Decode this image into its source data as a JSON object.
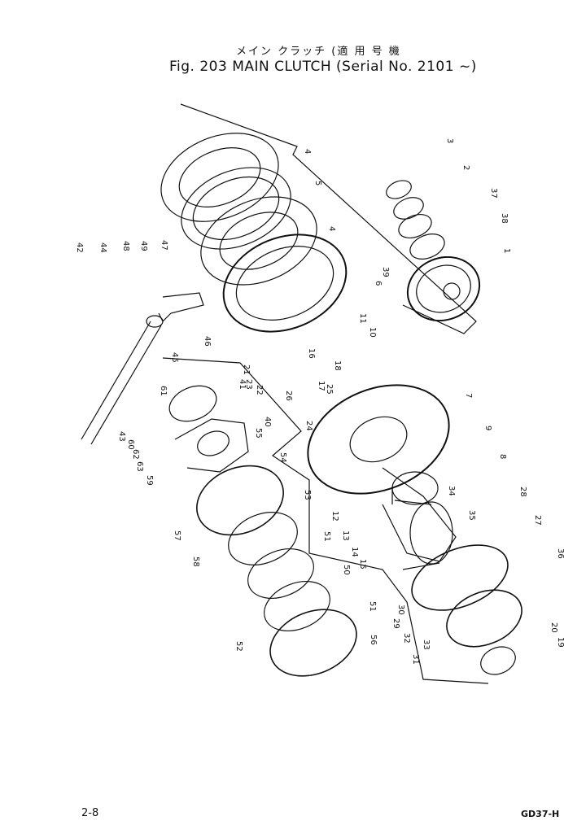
{
  "header": {
    "title_jp": "メイン クラッチ (適 用 号 機",
    "title": "Fig. 203 MAIN CLUTCH (Serial No. 2101 ~)"
  },
  "footer": {
    "page": "2-8",
    "code": "GD37-H"
  },
  "callouts": [
    "1",
    "2",
    "3",
    "4",
    "5",
    "6",
    "7",
    "8",
    "9",
    "10",
    "11",
    "12",
    "13",
    "14",
    "15",
    "16",
    "17",
    "18",
    "19",
    "20",
    "21",
    "22",
    "23",
    "24",
    "25",
    "26",
    "27",
    "28",
    "29",
    "30",
    "31",
    "32",
    "33",
    "34",
    "35",
    "36",
    "37",
    "38",
    "39",
    "40",
    "41",
    "42",
    "43",
    "44",
    "45",
    "46",
    "47",
    "48",
    "49",
    "50",
    "51",
    "52",
    "53",
    "54",
    "55",
    "56",
    "57",
    "58",
    "59",
    "60",
    "61",
    "62",
    "63"
  ]
}
